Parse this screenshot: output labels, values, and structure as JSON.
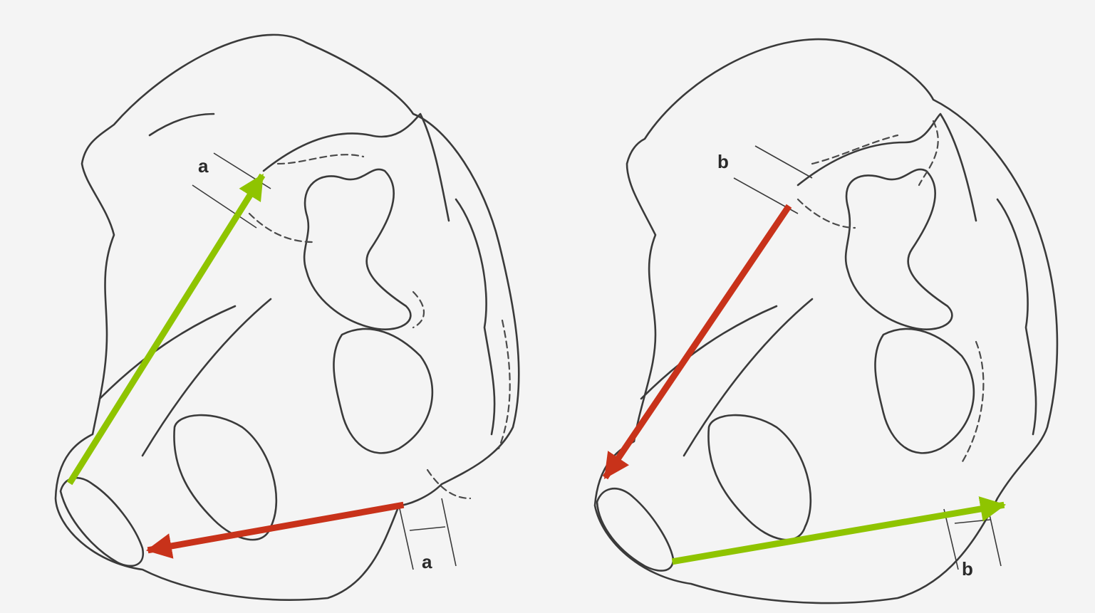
{
  "panels": [
    {
      "id": "left",
      "measure_label": "a",
      "arrows": [
        {
          "color": "#8fc400"
        },
        {
          "color": "#c8321a"
        }
      ]
    },
    {
      "id": "right",
      "measure_label": "b",
      "arrows": [
        {
          "color": "#c8321a"
        },
        {
          "color": "#8fc400"
        }
      ]
    }
  ]
}
